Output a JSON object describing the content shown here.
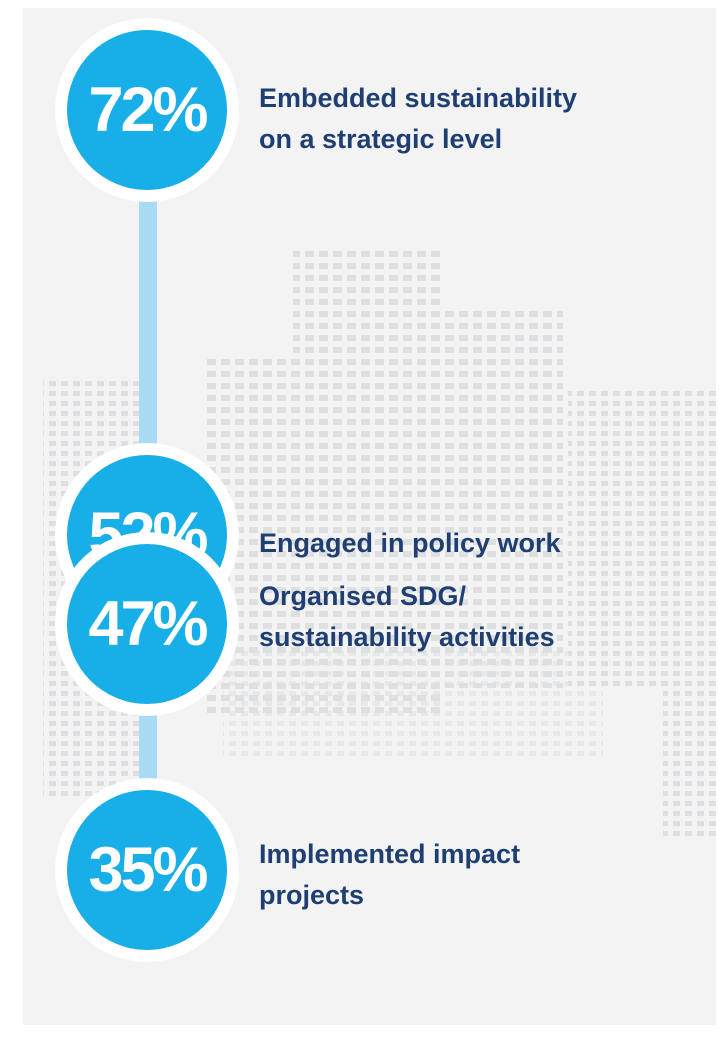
{
  "metrics": [
    {
      "value": "72%",
      "label": "Embedded sustainability\non a strategic level"
    },
    {
      "value": "52%",
      "label": "Engaged in policy work"
    },
    {
      "value": "47%",
      "label": "Organised SDG/\nsustainability activities"
    },
    {
      "value": "35%",
      "label": "Implemented impact\nprojects"
    }
  ],
  "colors": {
    "panel_background": "#f3f3f4",
    "circle_fill": "#18aee7",
    "circle_ring": "#ffffff",
    "connector": "#a9dcf4",
    "label_text": "#1f3f73",
    "skyline": "#dfe0e2"
  },
  "background_illustration": "city-skyline-icon"
}
